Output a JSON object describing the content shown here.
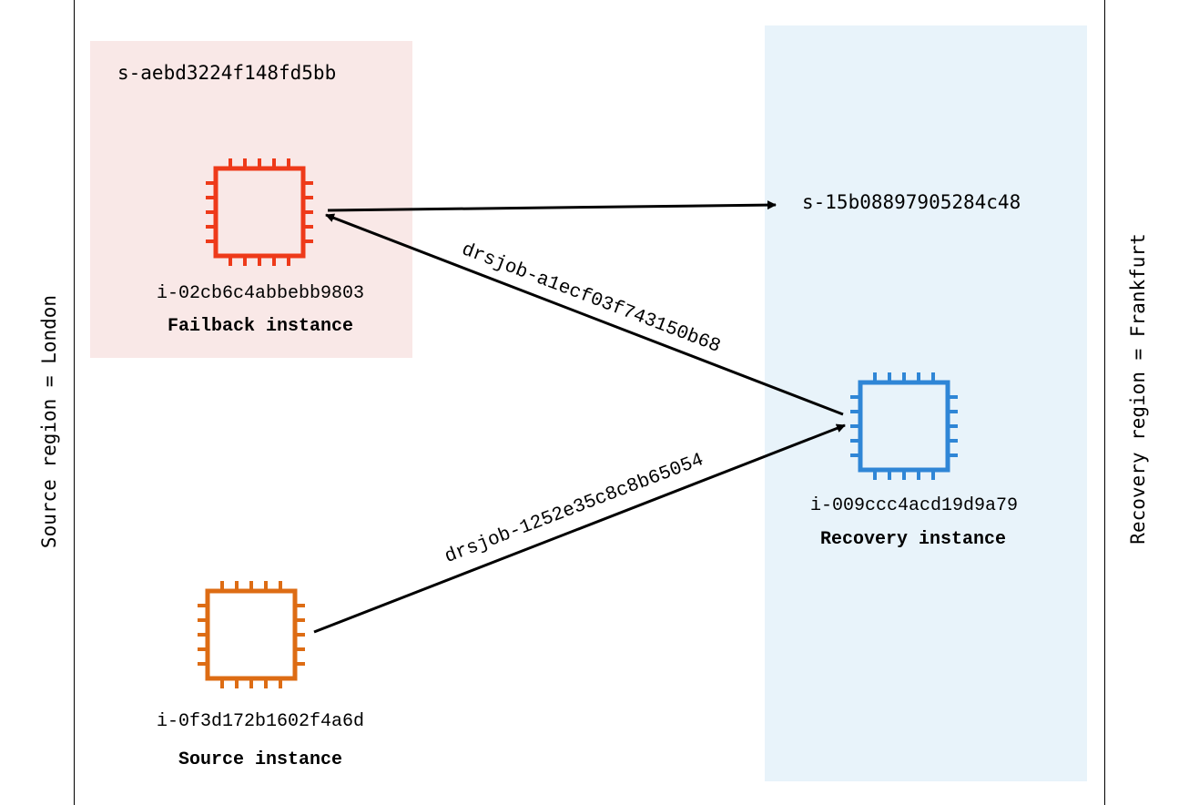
{
  "regions": {
    "source_label": "Source region = London",
    "recovery_label": "Recovery region = Frankfurt"
  },
  "servers": {
    "failback_server_id": "s-aebd3224f148fd5bb",
    "recovery_server_id": "s-15b08897905284c48"
  },
  "instances": {
    "failback": {
      "id": "i-02cb6c4abbebb9803",
      "role": "Failback instance",
      "icon": "chip-icon",
      "color": "#ee3a1a"
    },
    "recovery": {
      "id": "i-009ccc4acd19d9a79",
      "role": "Recovery instance",
      "icon": "chip-icon",
      "color": "#2f86d6"
    },
    "source": {
      "id": "i-0f3d172b1602f4a6d",
      "role": "Source instance",
      "icon": "chip-icon",
      "color": "#dd6c14"
    }
  },
  "jobs": {
    "failback_job": "drsjob-a1ecf03f743150b68",
    "recovery_job": "drsjob-1252e35c8c8b65054"
  },
  "colors": {
    "failback_zone": "#f9e8e7",
    "recovery_zone": "#e8f3fa",
    "arrow": "#000000"
  }
}
